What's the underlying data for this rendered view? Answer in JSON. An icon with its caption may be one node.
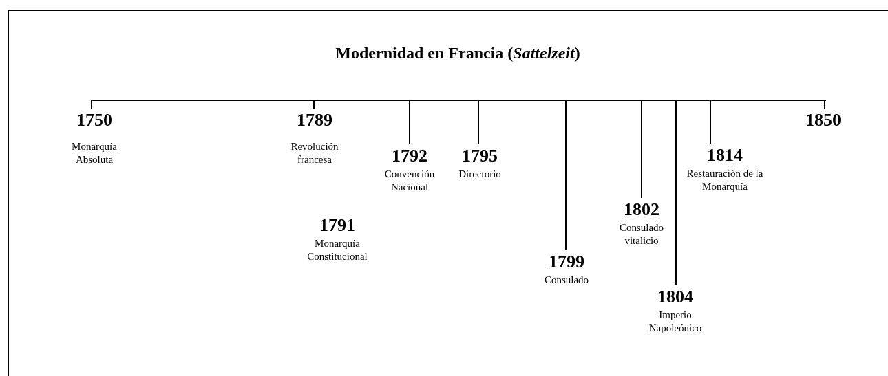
{
  "diagram": {
    "title": "Modernidad en Francia (*Sattelzeit*)",
    "nodes": [
      {
        "text": [],
        "shape": "bar"
      },
      {
        "text": [
          "1750",
          "Monarquía Absoluta"
        ]
      },
      {
        "text": [
          "1789",
          "Revolución francesa"
        ]
      },
      {
        "text": [
          "1791",
          "Monarquía Constitucional"
        ]
      },
      {
        "text": [
          "1792",
          "Convención Nacional"
        ]
      },
      {
        "text": [
          "1795",
          "Directorio"
        ]
      },
      {
        "text": [
          "1799",
          "Consulado"
        ]
      },
      {
        "text": [
          "1802",
          "Consulado vitalicio"
        ]
      },
      {
        "text": [
          "1804",
          "Imperio Napoleónico"
        ]
      },
      {
        "text": [
          "1814",
          "Restauración de la Monarquía"
        ]
      },
      {
        "text": [
          "1850"
        ]
      }
    ],
    "edges": [
      {
        "from": 0,
        "to": 1,
        "arrow": "none"
      },
      {
        "from": 0,
        "to": 2,
        "arrow": "none"
      },
      {
        "from": 0,
        "to": 4,
        "arrow": "none"
      },
      {
        "from": 0,
        "to": 5,
        "arrow": "none"
      },
      {
        "from": 0,
        "to": 6,
        "arrow": "none"
      },
      {
        "from": 0,
        "to": 7,
        "arrow": "none"
      },
      {
        "from": 0,
        "to": 8,
        "arrow": "none"
      },
      {
        "from": 0,
        "to": 9,
        "arrow": "none"
      },
      {
        "from": 0,
        "to": 10,
        "arrow": "none"
      }
    ]
  }
}
